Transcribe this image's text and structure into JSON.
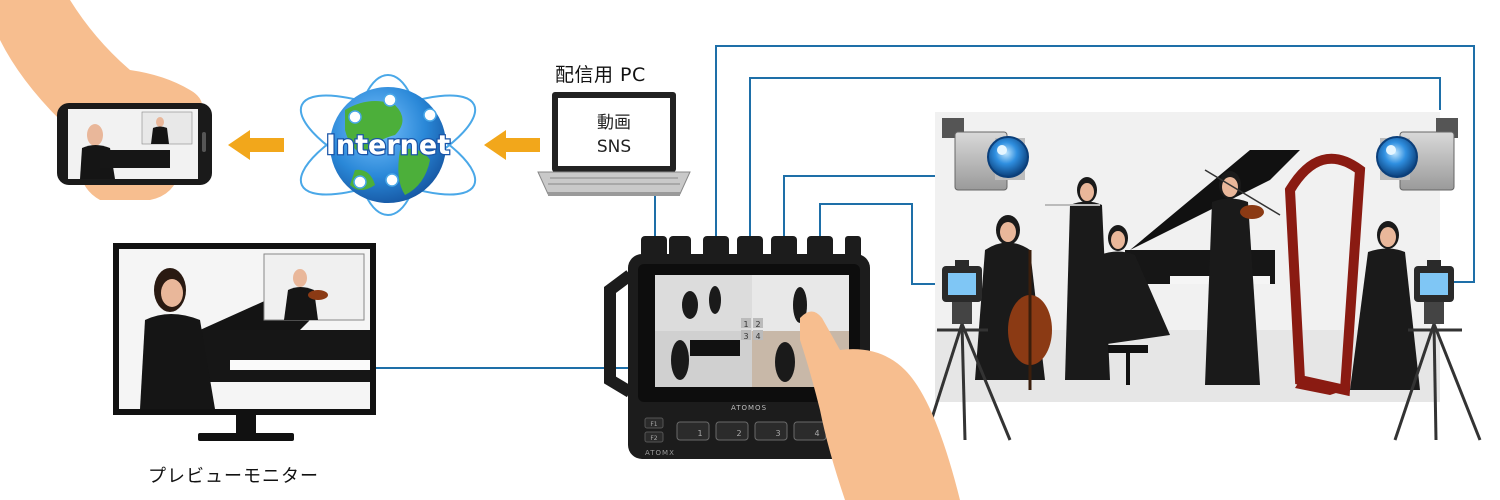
{
  "labels": {
    "streaming_pc": "配信用 PC",
    "pc_screen_line1": "動画",
    "pc_screen_line2": "SNS",
    "internet": "Internet",
    "preview_monitor": "プレビューモニター",
    "device_brand": "ATOMOS",
    "device_model": "ATOMX",
    "fn1": "F1",
    "fn2": "F2",
    "btn1": "1",
    "btn2": "2",
    "btn3": "3",
    "btn4": "4",
    "grid1": "1",
    "grid2": "2",
    "grid3": "3",
    "grid4": "4"
  },
  "colors": {
    "cable": "#1e6fa8",
    "arrow": "#f2a71b",
    "skin": "#f7be8f",
    "globe_ocean": "#2a88d8",
    "globe_land": "#4caf3a",
    "device_body": "#1c1c1c"
  },
  "icons": [
    "hand-holding-phone-icon",
    "smartphone-icon",
    "internet-globe-icon",
    "laptop-icon",
    "atomos-switcher-icon",
    "camera-icon",
    "tripod-icon",
    "preview-monitor-icon",
    "pointing-hand-icon"
  ]
}
